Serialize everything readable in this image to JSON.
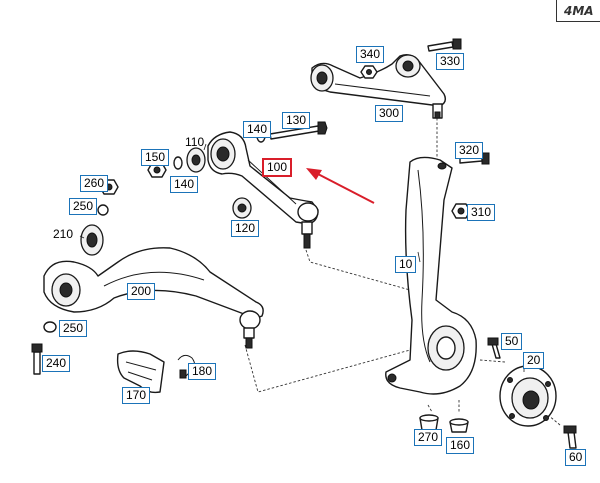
{
  "logo_text": "4MA",
  "callouts": [
    {
      "id": "c340",
      "label": "340",
      "boxed": true
    },
    {
      "id": "c330",
      "label": "330",
      "boxed": true
    },
    {
      "id": "c300",
      "label": "300",
      "boxed": true
    },
    {
      "id": "c140a",
      "label": "140",
      "boxed": true
    },
    {
      "id": "c130",
      "label": "130",
      "boxed": true
    },
    {
      "id": "c110",
      "label": "110",
      "boxed": false
    },
    {
      "id": "c150",
      "label": "150",
      "boxed": true
    },
    {
      "id": "c140b",
      "label": "140",
      "boxed": true
    },
    {
      "id": "c100",
      "label": "100",
      "boxed": true,
      "highlighted": true
    },
    {
      "id": "c320",
      "label": "320",
      "boxed": true
    },
    {
      "id": "c260",
      "label": "260",
      "boxed": true
    },
    {
      "id": "c250a",
      "label": "250",
      "boxed": true
    },
    {
      "id": "c310",
      "label": "310",
      "boxed": true
    },
    {
      "id": "c210",
      "label": "210",
      "boxed": false
    },
    {
      "id": "c120",
      "label": "120",
      "boxed": true
    },
    {
      "id": "c10",
      "label": "10",
      "boxed": true
    },
    {
      "id": "c200",
      "label": "200",
      "boxed": true
    },
    {
      "id": "c250b",
      "label": "250",
      "boxed": true
    },
    {
      "id": "c50",
      "label": "50",
      "boxed": true
    },
    {
      "id": "c20",
      "label": "20",
      "boxed": true
    },
    {
      "id": "c240",
      "label": "240",
      "boxed": true
    },
    {
      "id": "c180",
      "label": "180",
      "boxed": true
    },
    {
      "id": "c170",
      "label": "170",
      "boxed": true
    },
    {
      "id": "c270",
      "label": "270",
      "boxed": true
    },
    {
      "id": "c160",
      "label": "160",
      "boxed": true
    },
    {
      "id": "c60",
      "label": "60",
      "boxed": true
    }
  ],
  "colors": {
    "label_border": "#1b73b8",
    "highlight": "#d91e2a",
    "line": "#1a1a1a"
  }
}
